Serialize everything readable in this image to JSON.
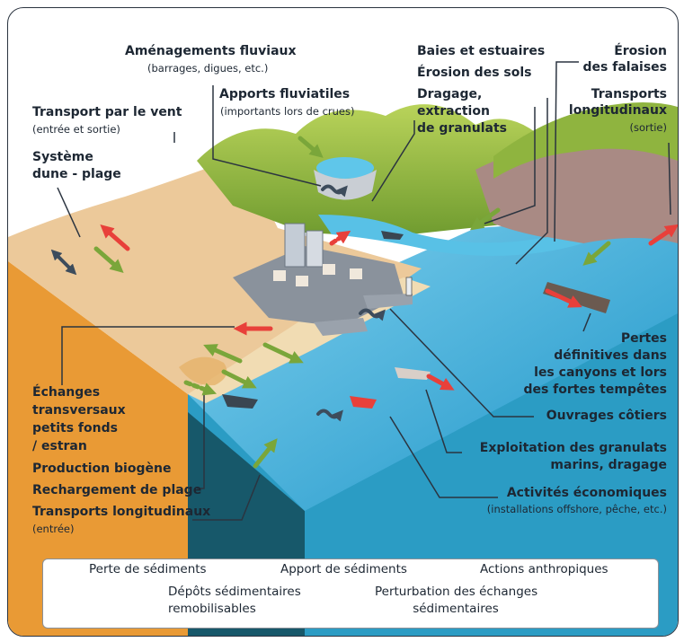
{
  "labels": {
    "amenagements": "Aménagements fluviaux",
    "amenagements_sub": "(barrages, digues, etc.)",
    "apports": "Apports fluviatiles",
    "apports_sub": "(importants lors de crues)",
    "baies": "Baies et estuaires",
    "erosion_sols": "Érosion des sols",
    "dragage_1": "Dragage,",
    "dragage_2": "extraction",
    "dragage_3": "de granulats",
    "erosion_falaises_1": "Érosion",
    "erosion_falaises_2": "des falaises",
    "transports_sortie_1": "Transports",
    "transports_sortie_2": "longitudinaux",
    "transports_sortie_sub": "(sortie)",
    "vent": "Transport par le vent",
    "vent_sub": "(entrée et sortie)",
    "dune_1": "Système",
    "dune_2": "dune - plage",
    "pertes_1": "Pertes",
    "pertes_2": "définitives dans",
    "pertes_3": "les canyons et lors",
    "pertes_4": "des fortes tempêtes",
    "echanges_1": "Échanges",
    "echanges_2": "transversaux",
    "echanges_3": "petits fonds",
    "echanges_4": "/ estran",
    "biogene": "Production biogène",
    "recharge": "Rechargement de plage",
    "transports_entree": "Transports longitudinaux",
    "transports_entree_sub": "(entrée)",
    "ouvrages": "Ouvrages côtiers",
    "exploitation_1": "Exploitation des granulats",
    "exploitation_2": "marins, dragage",
    "activites": "Activités économiques",
    "activites_sub": "(installations offshore, pêche, etc.)"
  },
  "legend": {
    "perte": "Perte de sédiments",
    "apport": "Apport de sédiments",
    "anthropique": "Actions anthropiques",
    "depots_1": "Dépôts sédimentaires",
    "depots_2": "remobilisables",
    "perturbation_1": "Perturbation des échanges",
    "perturbation_2": "sédimentaires"
  },
  "colors": {
    "loss": "#e8403a",
    "gain": "#7aa63a",
    "anthropic": "#3d4c5c",
    "sea": "#2fa8d8",
    "sand": "#ecc99a"
  }
}
